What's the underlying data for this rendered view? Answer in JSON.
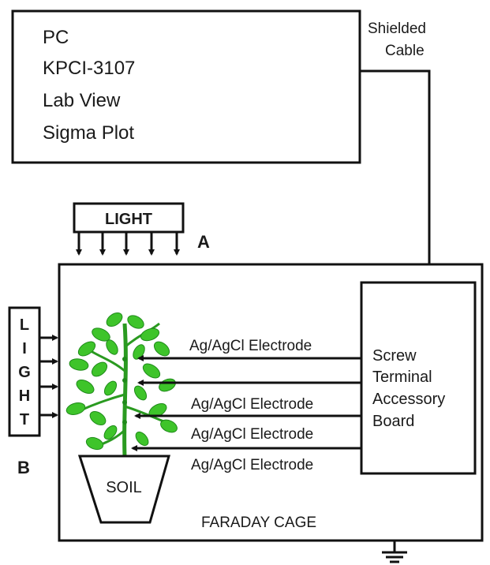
{
  "pc": {
    "lines": [
      "PC",
      "KPCI-3107",
      "Lab View",
      "Sigma Plot"
    ]
  },
  "cable": {
    "line1": "Shielded",
    "line2": "Cable"
  },
  "light_top": {
    "label": "LIGHT",
    "marker": "A"
  },
  "light_side": {
    "letters": [
      "L",
      "I",
      "G",
      "H",
      "T"
    ],
    "marker": "B"
  },
  "board": {
    "lines": [
      "Screw",
      "Terminal",
      "Accessory",
      "Board"
    ]
  },
  "electrodes": [
    "Ag/AgCl Electrode",
    "Ag/AgCl Electrode",
    "Ag/AgCl Electrode",
    "Ag/AgCl Electrode"
  ],
  "soil": "SOIL",
  "cage": "FARADAY CAGE",
  "colors": {
    "leaf": "#3ec42a",
    "leaf_dark": "#1f8a1a",
    "stem": "#2a9a20"
  }
}
